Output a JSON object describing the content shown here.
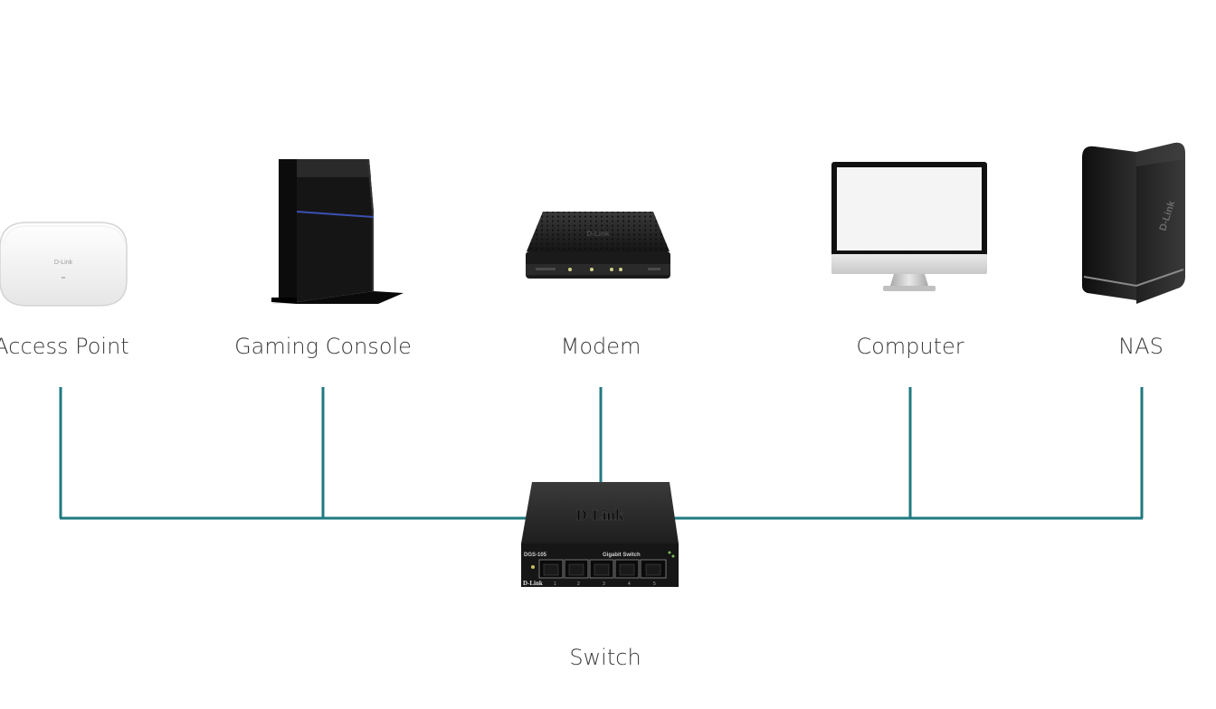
{
  "devices": {
    "access_point": {
      "label": "Access Point",
      "brand": "D-Link"
    },
    "gaming_console": {
      "label": "Gaming Console"
    },
    "modem": {
      "label": "Modem",
      "brand": "D-Link"
    },
    "computer": {
      "label": "Computer"
    },
    "nas": {
      "label": "NAS",
      "brand": "D-Link"
    },
    "switch": {
      "label": "Switch",
      "brand": "D-Link",
      "model": "DGS-105",
      "type_text": "Gigabit Switch",
      "ports": [
        "1",
        "2",
        "3",
        "4",
        "5"
      ]
    }
  },
  "colors": {
    "wire": "#1f7a80",
    "label": "#3a3a3a",
    "device_dark": "#1b1b1b"
  }
}
